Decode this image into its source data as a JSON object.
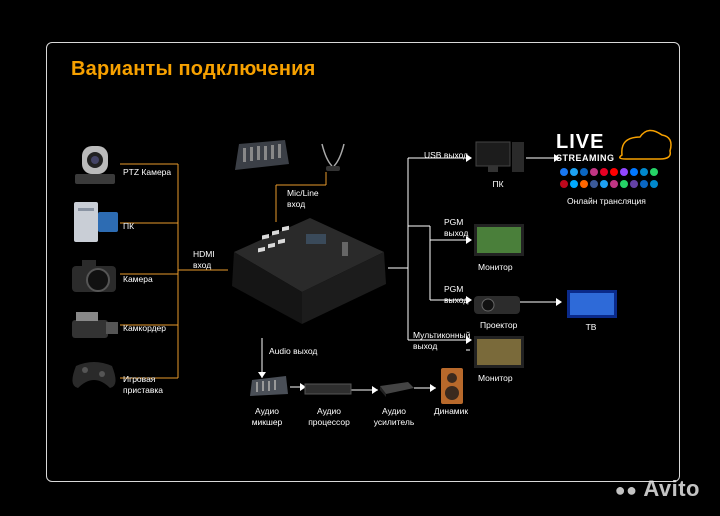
{
  "title": "Варианты подключения",
  "sources": {
    "ptz": "PTZ Камера",
    "pc": "ПК",
    "camera": "Камера",
    "camcorder": "Камкордер",
    "console": "Игровая\nприставка"
  },
  "hdmi_in": "HDMI\nвход",
  "micline_in": "Mic/Line\nвход",
  "audio_out": "Audio выход",
  "audio_chain": {
    "mixer": "Аудио\nмикшер",
    "processor": "Аудио\nпроцессор",
    "amplifier": "Аудио\nусилитель",
    "speaker": "Динамик"
  },
  "outputs": {
    "usb": "USB выход",
    "pc": "ПК",
    "pgm1": "PGM\nвыход",
    "monitor1": "Монитор",
    "pgm2": "PGM\nвыход",
    "projector": "Проектор",
    "tv": "ТВ",
    "multiview": "Мультиконный\nвыход",
    "monitor2": "Монитор"
  },
  "streaming": {
    "logo_live": "LIVE",
    "logo_streaming": "STREAMING",
    "caption": "Онлайн трансляция"
  },
  "watermark": "Avito",
  "colors": {
    "accent": "#f7a100",
    "frame": "#d9d9d9",
    "wire": "#ffffff",
    "wire_orange": "#e89a2c",
    "background": "#000000"
  }
}
